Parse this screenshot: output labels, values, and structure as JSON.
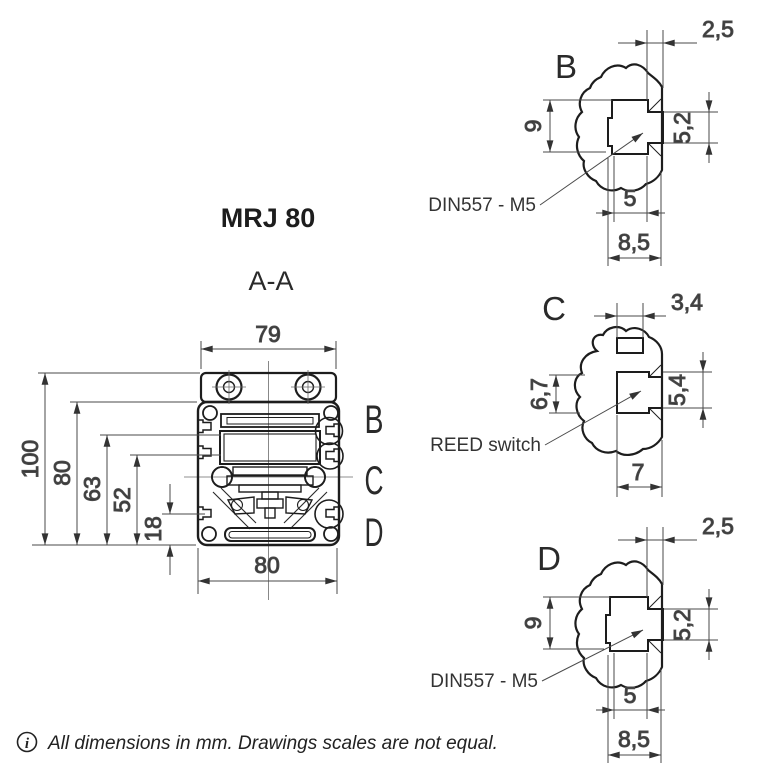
{
  "drawing": {
    "title": "MRJ 80",
    "section_label": "A-A",
    "footnote": "All dimensions in mm. Drawings scales are not equal.",
    "info_symbol": "i"
  },
  "main_view": {
    "dim_top_width": "79",
    "dim_bottom_width": "80",
    "dim_total_height": "100",
    "dim_body_height": "80",
    "dim_63": "63",
    "dim_52": "52",
    "dim_18": "18",
    "callout_b": "B",
    "callout_c": "C",
    "callout_d": "D"
  },
  "detail_b": {
    "label": "B",
    "dim_top": "2,5",
    "dim_left": "9",
    "dim_right": "5,2",
    "dim_slot_width": "5",
    "dim_slot_outer": "8,5",
    "annotation": "DIN557 - M5"
  },
  "detail_c": {
    "label": "C",
    "dim_top": "3,4",
    "dim_left": "6,7",
    "dim_right": "5,4",
    "dim_bottom": "7",
    "annotation": "REED switch"
  },
  "detail_d": {
    "label": "D",
    "dim_top": "2,5",
    "dim_left": "9",
    "dim_right": "5,2",
    "dim_slot_width": "5",
    "dim_slot_outer": "8,5",
    "annotation": "DIN557 - M5"
  },
  "colors": {
    "line": "#1d1d1d",
    "dimension": "#4a4a4a",
    "background": "#ffffff"
  }
}
